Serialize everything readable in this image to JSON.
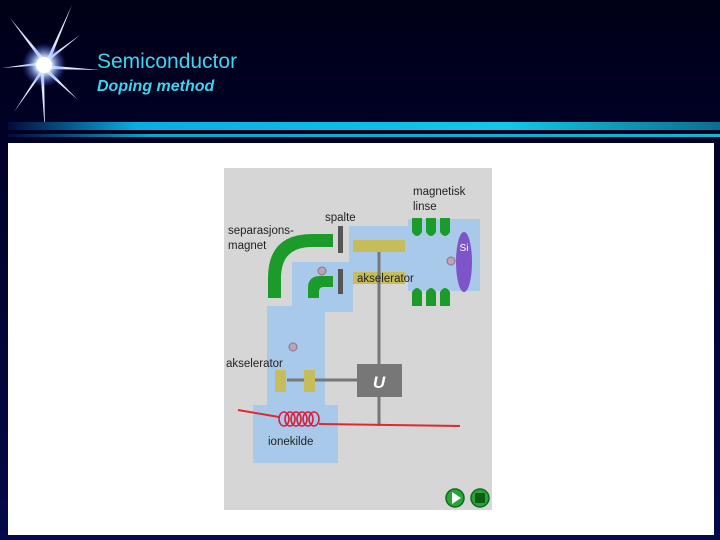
{
  "slide": {
    "title": "Semiconductor",
    "subtitle": "Doping method"
  },
  "diagram": {
    "labels": {
      "magnet_line1": "magnetisk",
      "magnet_line2": "linse",
      "spalte": "spalte",
      "separation_line1": "separasjons-",
      "separation_line2": "magnet",
      "accelerator_top": "akselerator",
      "accelerator_left": "akselerator",
      "voltage": "U",
      "ion_source": "ionekilde",
      "target": "Si"
    },
    "controls": {
      "play": "play-icon",
      "stop": "stop-icon"
    },
    "colors": {
      "background": "#d7d6d6",
      "beam_pipe": "#a9c9ea",
      "magnet": "#1b9b2a",
      "accelerator": "#c6bd5a",
      "wire": "#777777",
      "heater": "#e0282d",
      "target": "#7d55c8"
    }
  }
}
